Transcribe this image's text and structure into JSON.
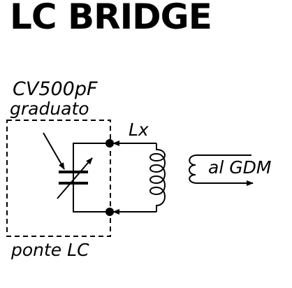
{
  "title": "LC BRIDGE",
  "labels": {
    "capacitor_line1": "CV500pF",
    "capacitor_line2": "graduato",
    "inductor": "Lx",
    "gdm": "al GDM",
    "bridge": "ponte LC"
  },
  "colors": {
    "ink": "#000000",
    "background": "#ffffff"
  }
}
